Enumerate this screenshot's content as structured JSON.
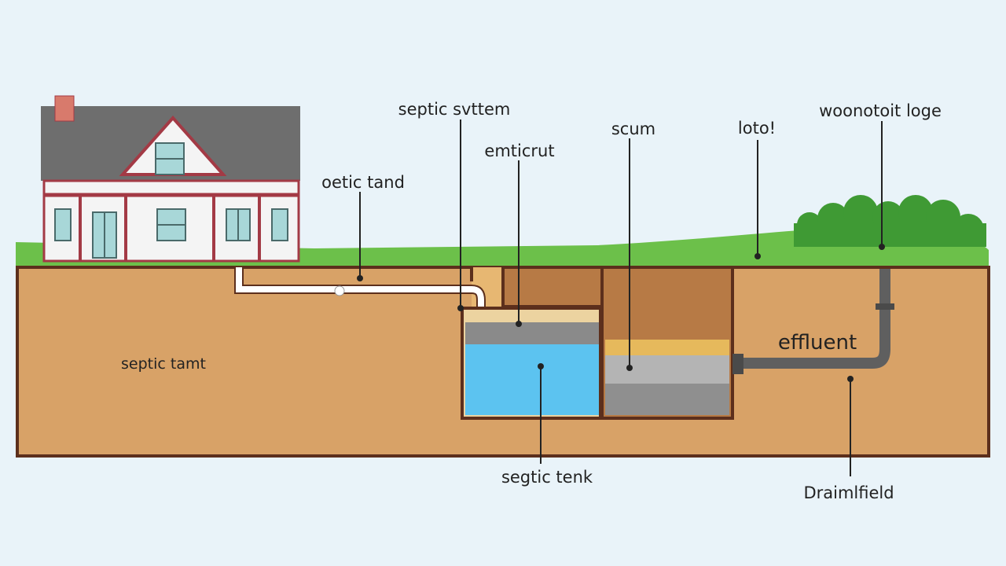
{
  "labels": {
    "septic_system": "septic svttem",
    "emticrut": "emticrut",
    "scum": "scum",
    "loto": "loto!",
    "top_right": "woonotoit loge",
    "oetic_tand": "oetic tand",
    "septic_tamt": "septic tamt",
    "effluent": "effluent",
    "septic_tank_bottom": "segtic tenk",
    "drainfield": "Draimlfield"
  },
  "colors": {
    "sky": "#e9f3f9",
    "soil": "#d8a267",
    "soil_outline": "#5c2f1c",
    "grass": "#6cc04a",
    "bush": "#3f9a34",
    "roof": "#6e6e6e",
    "house_wall": "#f4f4f4",
    "house_trim": "#a33a45",
    "chimney": "#d87a6c",
    "window": "#a8d7d8",
    "pipe_white": "#ffffff",
    "pipe_gray": "#5f5f5f",
    "water": "#5cc3f0",
    "scum_layer": "#8a8a8a",
    "sludge_dark": "#b77a45",
    "gravel": "#e6b95c",
    "sediment": "#b4b4b4"
  },
  "icons": [
    "house-icon",
    "chimney-icon",
    "bush-icon"
  ]
}
